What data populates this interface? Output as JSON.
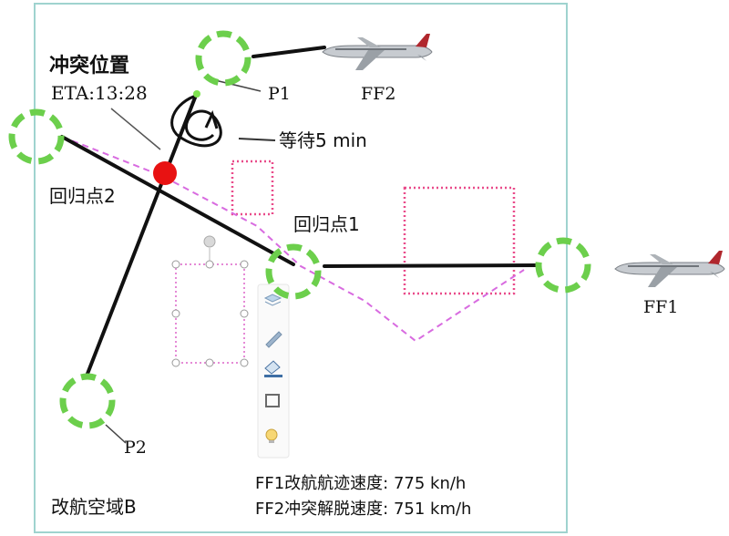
{
  "conflict": {
    "title": "冲突位置",
    "eta": "ETA:13:28"
  },
  "points": {
    "p1": "P1",
    "p2": "P2",
    "return1": "回归点1",
    "return2": "回归点2"
  },
  "hold": {
    "label": "等待5 min"
  },
  "flights": {
    "ff1": "FF1",
    "ff2": "FF2"
  },
  "stats": {
    "ff1_speed": "FF1改航航迹速度: 775 kn/h",
    "ff2_speed": "FF2冲突解脱速度: 751 km/h"
  },
  "airspace": {
    "label": "改航空域B"
  },
  "colors": {
    "border": "#9fd3cf",
    "route": "#111111",
    "dashed_path": "#d86be0",
    "hazard_zone": "#e94b8a",
    "handle_box": "#e58ad6",
    "waypoint_ring": "#6ccf4c",
    "conflict_point": "#e81212"
  },
  "icons": [
    "airplane-icon",
    "toolbar-layers-icon",
    "toolbar-pen-icon",
    "toolbar-fill-icon",
    "toolbar-frame-icon",
    "toolbar-bulb-icon",
    "rotate-handle-icon"
  ]
}
